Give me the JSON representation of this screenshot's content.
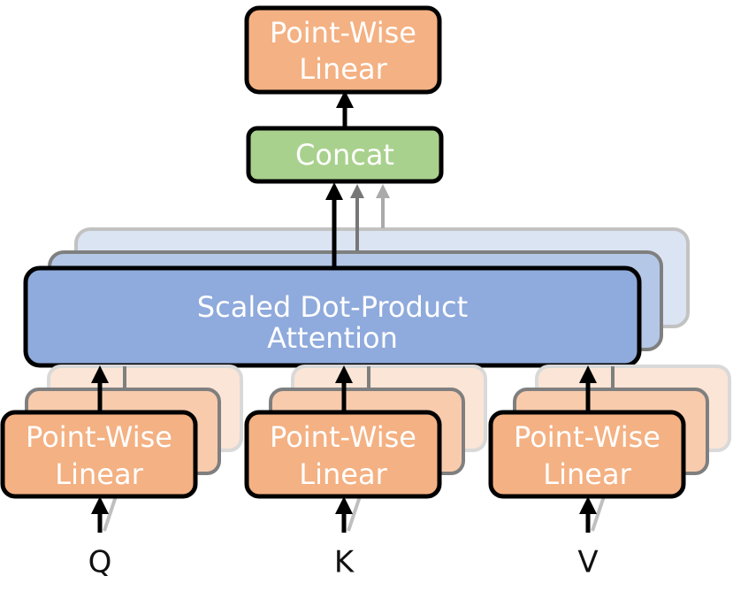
{
  "top": {
    "line1": "Point-Wise",
    "line2": "Linear"
  },
  "concat": {
    "label": "Concat"
  },
  "attention": {
    "line1": "Scaled Dot-Product",
    "line2": "Attention"
  },
  "linears": [
    {
      "line1": "Point-Wise",
      "line2": "Linear",
      "input": "Q"
    },
    {
      "line1": "Point-Wise",
      "line2": "Linear",
      "input": "K"
    },
    {
      "line1": "Point-Wise",
      "line2": "Linear",
      "input": "V"
    }
  ],
  "colors": {
    "linear": "#F4B183",
    "concat": "#A9D18E",
    "attention": "#8FAADC",
    "stroke": "#000000",
    "text": "#FFFFFF"
  }
}
